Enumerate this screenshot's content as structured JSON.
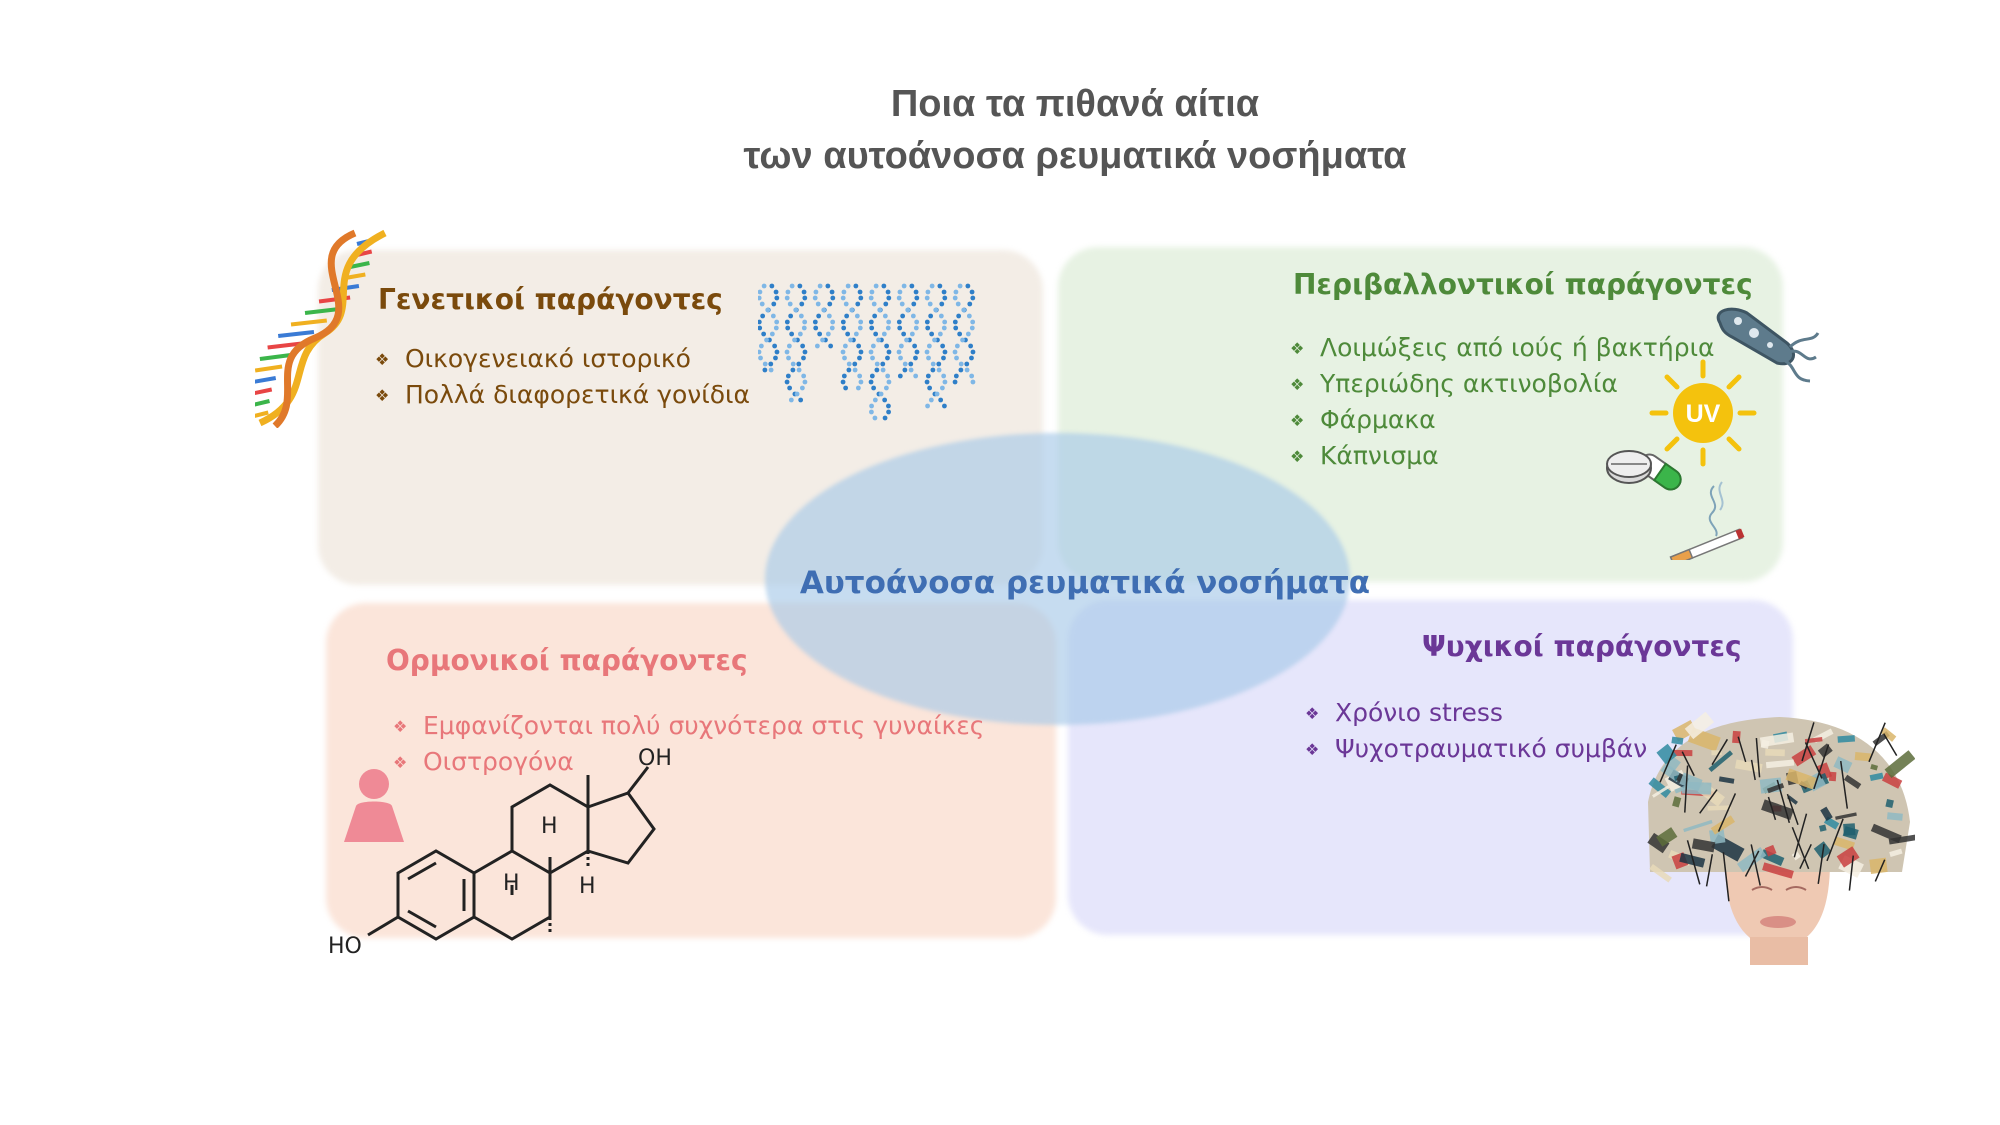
{
  "title": {
    "line1": "Ποια τα πιθανά αίτια",
    "line2": "των αυτοάνοσα ρευματικά νοσήματα"
  },
  "center": {
    "label": "Αυτοάνοσα ρευματικά νοσήματα"
  },
  "genetic": {
    "heading": "Γενετικοί παράγοντες",
    "items": [
      "Οικογενειακό ιστορικό",
      "Πολλά διαφορετικά γονίδια"
    ],
    "color": "#7a4a0c"
  },
  "environmental": {
    "heading": "Περιβαλλοντικοί παράγοντες",
    "items": [
      "Λοιμώξεις από ιούς ή βακτήρια",
      "Υπεριώδης ακτινοβολία",
      "Φάρμακα",
      "Κάπνισμα"
    ],
    "color": "#4e8a3a",
    "uv_badge": "UV"
  },
  "hormonal": {
    "heading": "Ορμονικοί παράγοντες",
    "items": [
      "Εμφανίζονται πολύ συχνότερα στις γυναίκες",
      "Οιστρογόνα"
    ],
    "color": "#e8777a",
    "molecule": {
      "oh": "OH",
      "ho": "HO",
      "h": "H"
    }
  },
  "psychological": {
    "heading": "Ψυχικοί παράγοντες",
    "items": [
      "Χρόνιο stress",
      "Ψυχοτραυματικό συμβάν"
    ],
    "color": "#6b3797"
  },
  "bullet_symbol": "❖"
}
